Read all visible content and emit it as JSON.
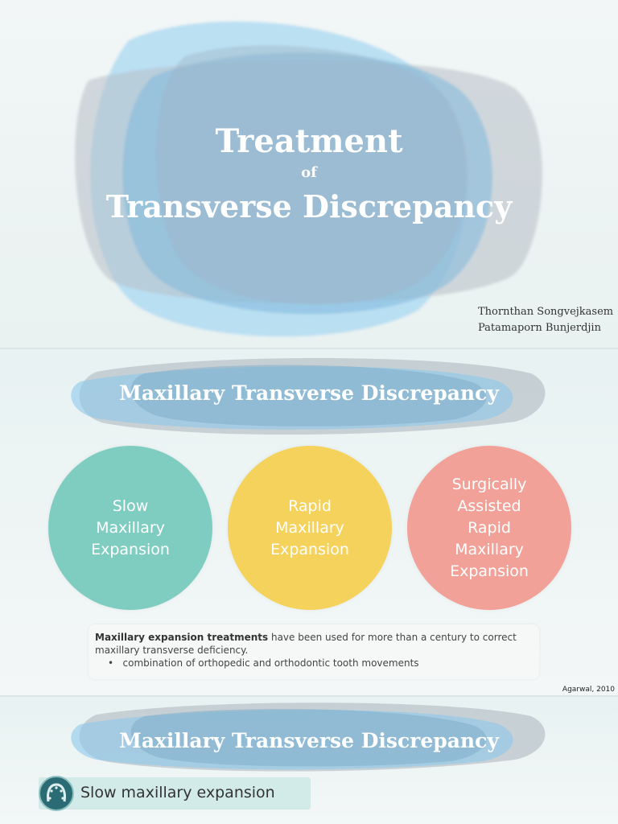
{
  "slide1": {
    "title_main": "Treatment",
    "title_of": "of",
    "title_sub": "Transverse Discrepancy",
    "authors": [
      "Thornthan Songvejkasem",
      "Patamaporn Bunjerdjin"
    ]
  },
  "slide2": {
    "banner_title": "Maxillary Transverse Discrepancy",
    "circles": [
      {
        "label": "Slow\nMaxillary\nExpansion",
        "color": "#7fcdc1"
      },
      {
        "label": "Rapid\nMaxillary\nExpansion",
        "color": "#f5d25c"
      },
      {
        "label": "Surgically\nAssisted\nRapid\nMaxillary\nExpansion",
        "color": "#f2a198"
      }
    ],
    "note_bold": "Maxillary expansion treatments",
    "note_rest": " have been used for more than a century to correct maxillary transverse deficiency.",
    "note_bullet": "combination of orthopedic and orthodontic tooth movements",
    "citation": "Agarwal, 2010"
  },
  "slide3": {
    "banner_title": "Maxillary Transverse Discrepancy",
    "tag_label": "Slow maxillary expansion",
    "tag_icon": "dental-arch-icon"
  },
  "colors": {
    "blob_blue": "#7cc2e8",
    "blob_gray": "#a8b4bd",
    "teal_dark": "#2a6b74"
  }
}
